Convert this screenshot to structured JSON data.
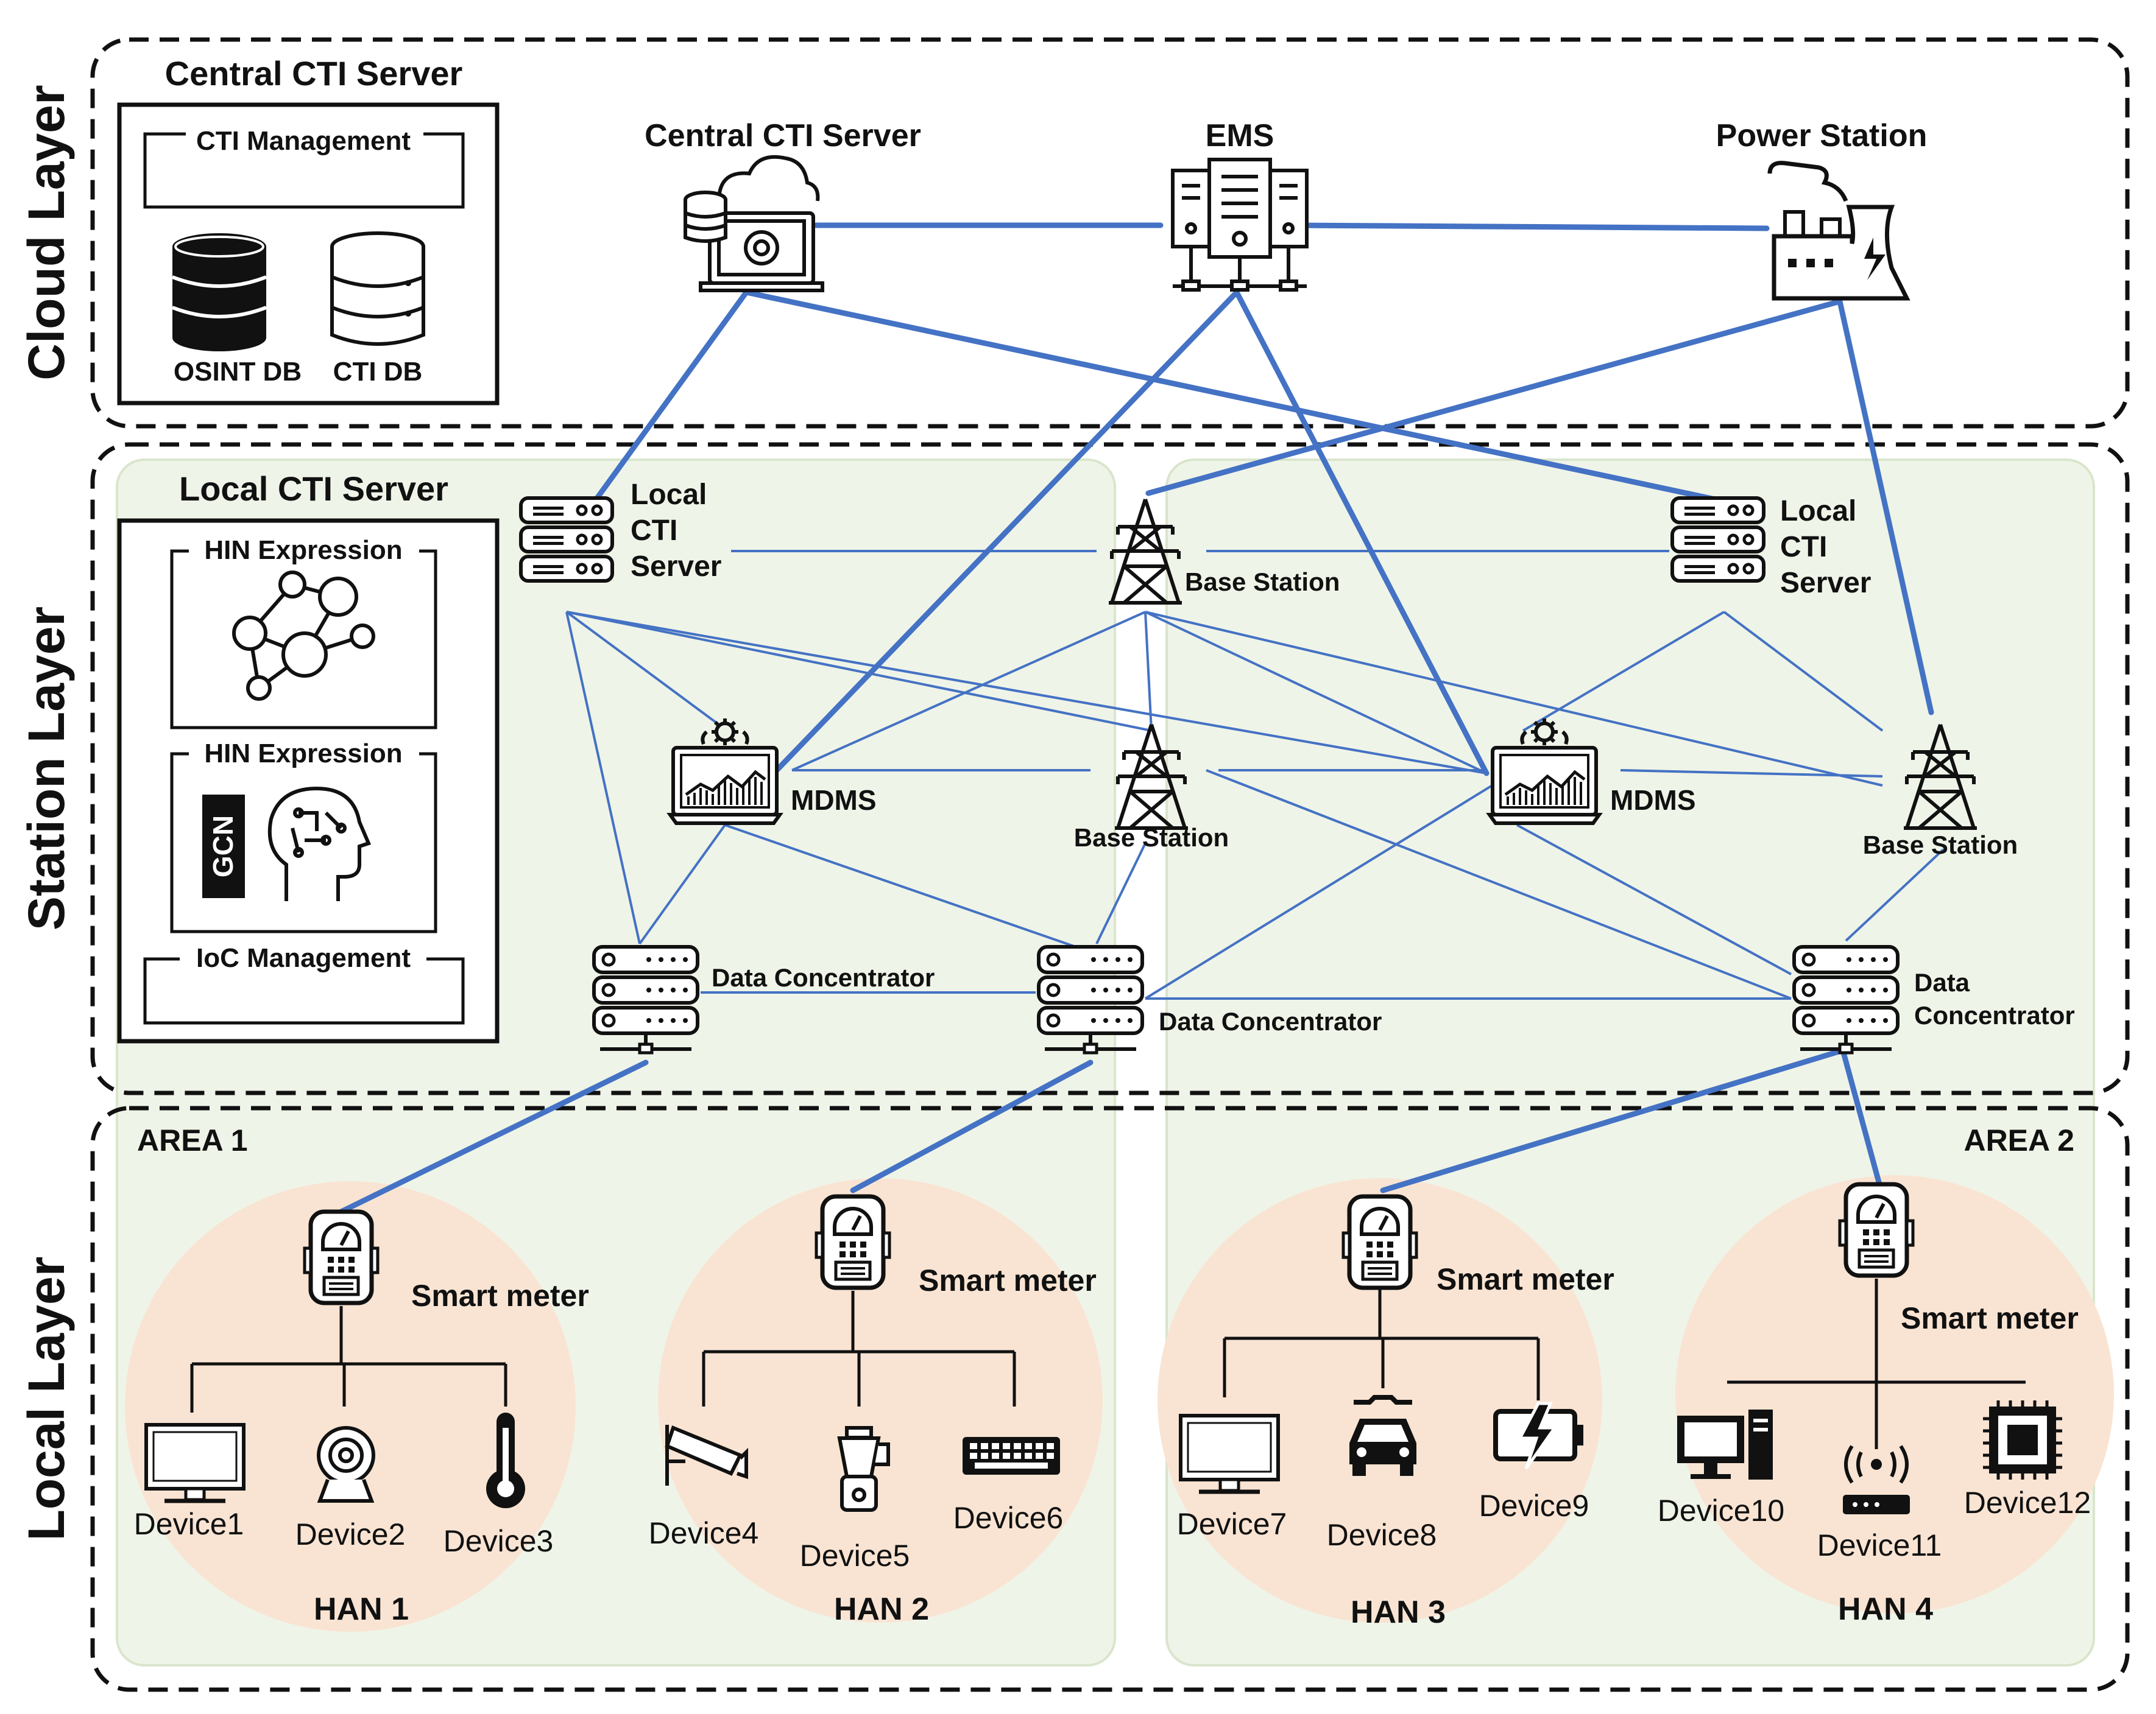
{
  "layers": {
    "cloud": "Cloud Layer",
    "station": "Station Layer",
    "local": "Local Layer"
  },
  "cloud_panel": {
    "title": "Central CTI Server",
    "management": "CTI Management",
    "db1": "OSINT DB",
    "db2": "CTI DB"
  },
  "station_panel": {
    "title": "Local CTI Server",
    "hin1": "HIN Expression",
    "hin2": "HIN Expression",
    "gcn": "GCN",
    "ioc": "IoC Management"
  },
  "cloud_nodes": {
    "central": "Central CTI Server",
    "ems": "EMS",
    "power": "Power Station"
  },
  "station_nodes": {
    "local1": [
      "Local",
      "CTI",
      "Server"
    ],
    "local2": [
      "Local",
      "CTI",
      "Server"
    ],
    "base_top": "Base Station",
    "base_mid": "Base Station",
    "base_right": "Base Station",
    "mdms1": "MDMS",
    "mdms2": "MDMS",
    "dc1": "Data Concentrator",
    "dc2": "Data Concentrator",
    "dc3": [
      "Data",
      "Concentrator"
    ]
  },
  "areas": {
    "area1": "AREA 1",
    "area2": "AREA 2"
  },
  "hans": [
    {
      "name": "HAN 1",
      "meter": "Smart meter",
      "devices": [
        "Device1",
        "Device2",
        "Device3"
      ]
    },
    {
      "name": "HAN 2",
      "meter": "Smart meter",
      "devices": [
        "Device4",
        "Device5",
        "Device6"
      ]
    },
    {
      "name": "HAN 3",
      "meter": "Smart meter",
      "devices": [
        "Device7",
        "Device8",
        "Device9"
      ]
    },
    {
      "name": "HAN 4",
      "meter": "Smart meter",
      "devices": [
        "Device10",
        "Device11",
        "Device12"
      ]
    }
  ],
  "colors": {
    "link": "#4472c4",
    "area_fill": "#eff4e8",
    "han_fill": "#f9e4d3",
    "ink": "#111111"
  },
  "icons": {
    "central": "cloud-server-icon",
    "ems": "server-rack-icon",
    "power": "power-plant-icon",
    "tower": "transmission-tower-icon",
    "mdms": "monitoring-laptop-icon",
    "concentrator": "server-stack-icon",
    "meter": "smart-meter-icon"
  }
}
